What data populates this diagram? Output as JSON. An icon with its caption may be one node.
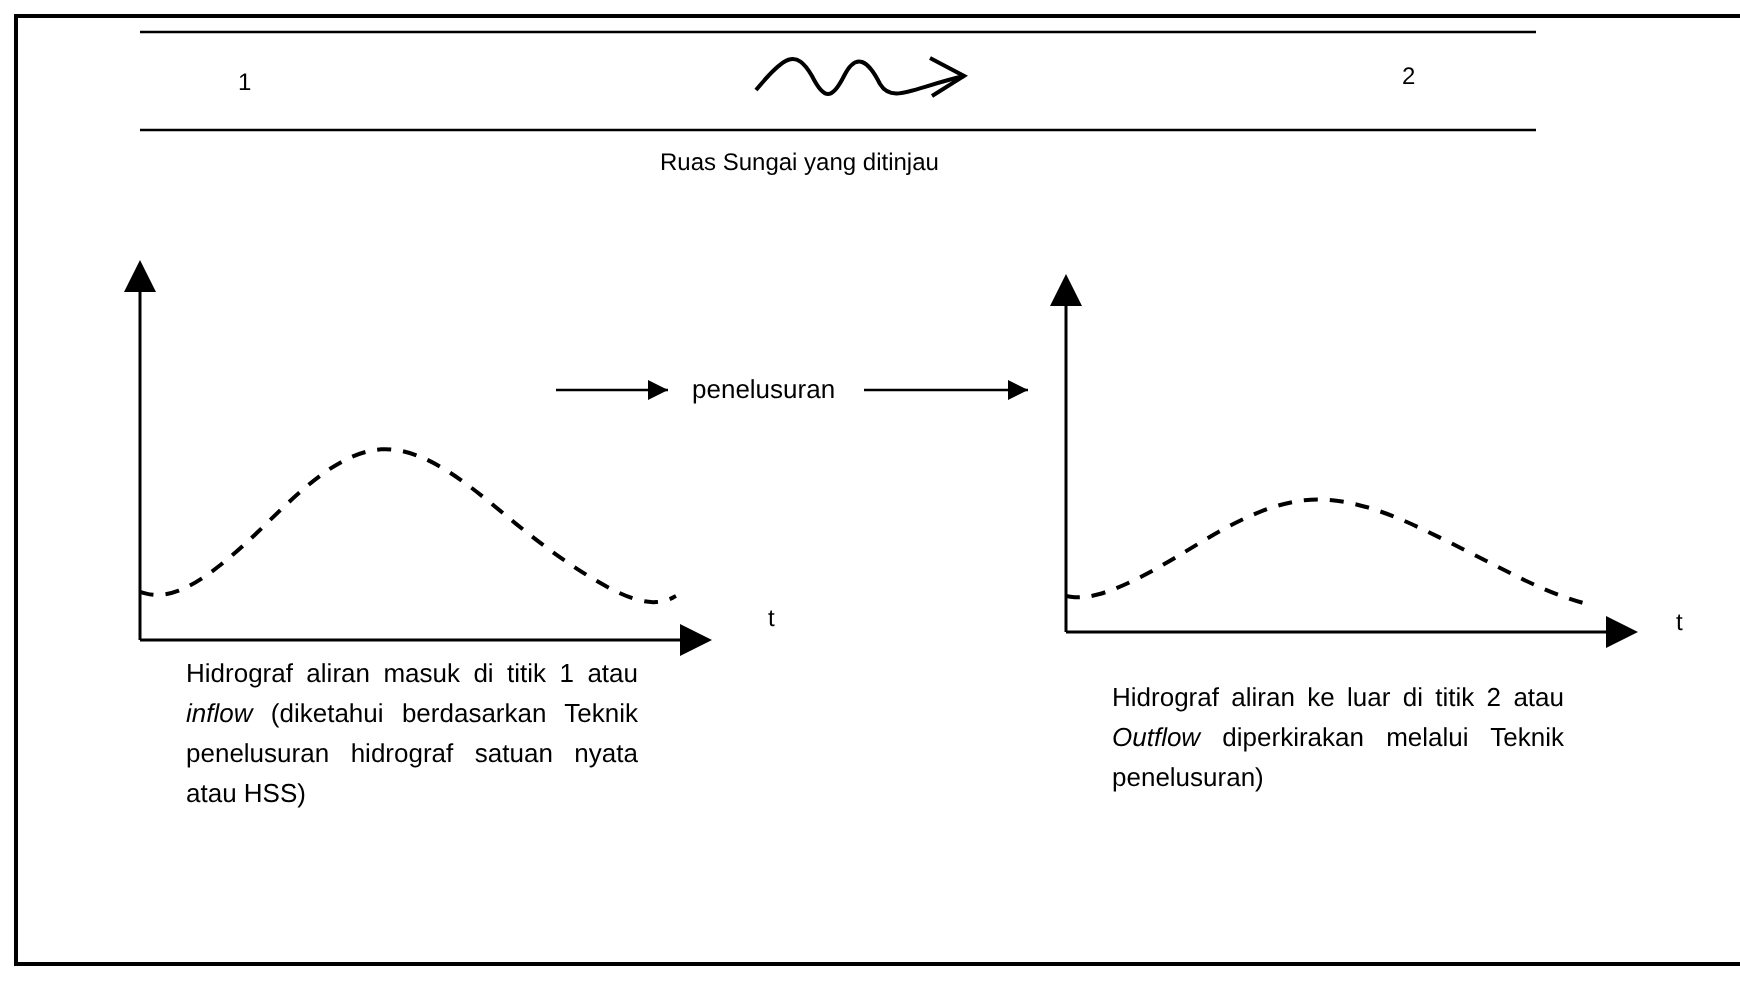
{
  "diagram": {
    "nodes": [
      {
        "text": [
          "penelusuran"
        ]
      },
      {
        "text": [],
        "shape": "picture",
        "beside": [
          "Hidrograf aliran masuk di titik 1 atau *inflow* (diketahui berdasarkan Teknik penelusuran hidrograf satuan nyata atau HSS)"
        ]
      },
      {
        "text": [],
        "shape": "picture",
        "beside": [
          "Hidrograf aliran ke luar di titik 2 atau *Outflow* diperkirakan melalui Teknik penelusuran)"
        ]
      }
    ],
    "edges": [
      {
        "from": 1,
        "to": 0,
        "arrow": "to"
      },
      {
        "from": 0,
        "to": 2,
        "arrow": "to"
      }
    ],
    "labels": [
      "1",
      "2",
      "Ruas Sungai yang ditinjau",
      "t",
      "t"
    ]
  }
}
